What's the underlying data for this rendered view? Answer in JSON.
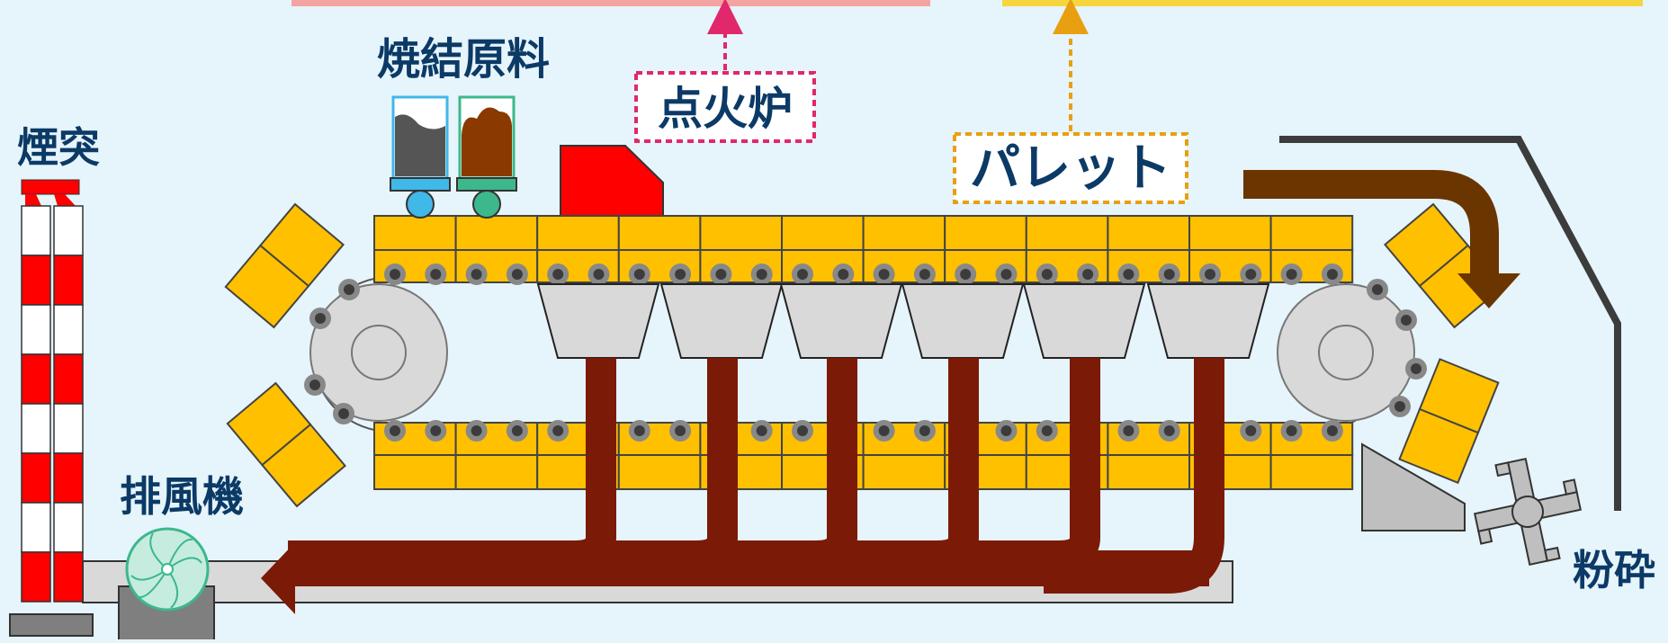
{
  "labels": {
    "sinter_raw_material": "焼結原料",
    "ignition_furnace": "点火炉",
    "pallet": "パレット",
    "chimney": "煙突",
    "exhaust_fan": "排風機",
    "crusher": "粉砕"
  },
  "colors": {
    "background": "#e6f4fb",
    "pallet_fill": "#ffc000",
    "duct": "#7b1a06",
    "product_flow": "#6b3500",
    "furnace": "#ff0000",
    "furnace_tag_border": "#e0286a",
    "pallet_tag_border": "#e8a010",
    "top_bar_left": "#f4a3a3",
    "top_bar_right": "#f5d63e",
    "chimney_red": "#ff0000",
    "hopper_left": "#40b8e8",
    "hopper_right": "#3cb88c",
    "fan": "#c6ecdf",
    "frame": "#3c3c3c"
  },
  "icons": [
    "chimney-icon",
    "exhaust-fan-icon",
    "material-hopper-icon",
    "ignition-furnace-icon",
    "wind-box-icon",
    "crusher-icon",
    "sprocket-icon"
  ]
}
